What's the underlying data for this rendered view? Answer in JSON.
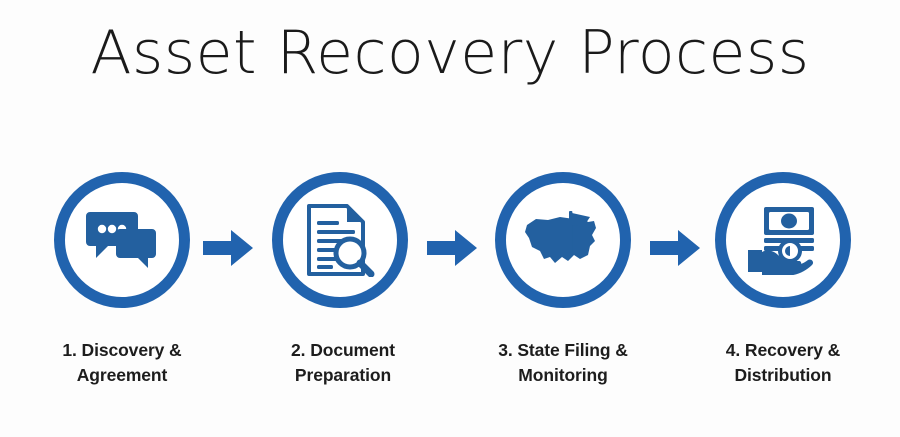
{
  "page": {
    "title": "Asset Recovery Process",
    "background_color": "#fdfdfd"
  },
  "theme": {
    "brand_blue": "#2163ae",
    "icon_blue": "#23609f",
    "text_dark": "#1a1a1a",
    "label_dark": "#1d1d1d",
    "circle_fill": "#ffffff"
  },
  "process": {
    "steps": [
      {
        "number": "1",
        "label_line_1": "1. Discovery &",
        "label_line_2": "Agreement",
        "icon": "speech-bubbles-icon",
        "icon_description": "two overlapping chat bubbles with three dots"
      },
      {
        "number": "2",
        "label_line_1": "2. Document",
        "label_line_2": "Preparation",
        "icon": "document-magnifier-icon",
        "icon_description": "text document with magnifying glass"
      },
      {
        "number": "3",
        "label_line_1": "3. State Filing &",
        "label_line_2": "Monitoring",
        "icon": "us-map-flag-icon",
        "icon_description": "map of the United States with a flag pin"
      },
      {
        "number": "4",
        "label_line_1": "4. Recovery &",
        "label_line_2": "Distribution",
        "icon": "hand-cash-icon",
        "icon_description": "hand holding banknotes and a coin"
      }
    ],
    "connectors": [
      {
        "icon": "arrow-right-icon"
      },
      {
        "icon": "arrow-right-icon"
      },
      {
        "icon": "arrow-right-icon"
      }
    ]
  }
}
